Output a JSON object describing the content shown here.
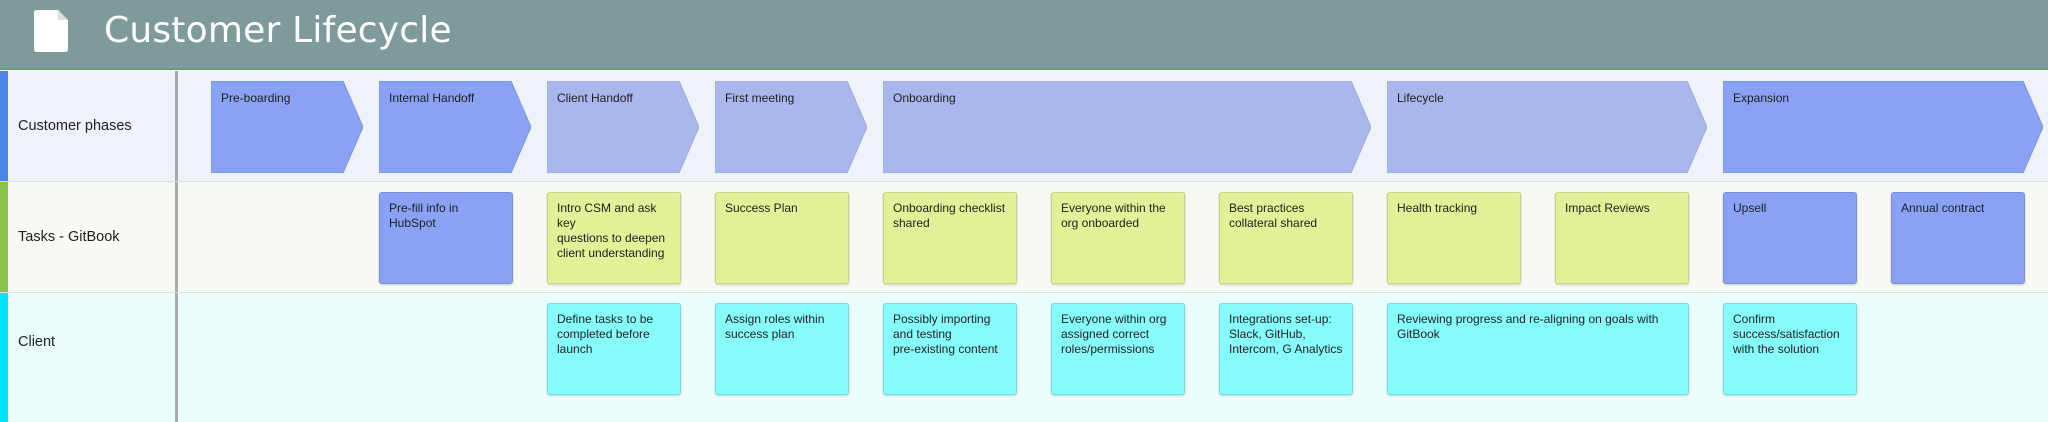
{
  "header": {
    "title": "Customer Lifecycle",
    "icon": "document-icon"
  },
  "colors": {
    "header_bg": "#7f9a9a",
    "phase_blue": "#8aa2f5",
    "phase_lavender": "#aab7ec",
    "task_yellow": "#e1f198",
    "task_blue": "#8aa2f5",
    "client_cyan": "#86fcfc",
    "stripe_phases": "#4a86e8",
    "stripe_tasks": "#8bc34a",
    "stripe_client": "#00e5ff"
  },
  "lanes": [
    {
      "label": "Customer phases"
    },
    {
      "label": "Tasks - GitBook"
    },
    {
      "label": "Client"
    }
  ],
  "phases": [
    {
      "label": "Pre-boarding"
    },
    {
      "label": "Internal Handoff"
    },
    {
      "label": "Client Handoff"
    },
    {
      "label": "First meeting"
    },
    {
      "label": "Onboarding"
    },
    {
      "label": "Lifecycle"
    },
    {
      "label": "Expansion"
    }
  ],
  "tasks": [
    {
      "text": "Pre-fill info in HubSpot"
    },
    {
      "text": "Intro CSM and ask key\nquestions to deepen\nclient understanding"
    },
    {
      "text": "Success Plan"
    },
    {
      "text": "Onboarding checklist\nshared"
    },
    {
      "text": "Everyone within the\norg onboarded"
    },
    {
      "text": "Best practices\ncollateral shared"
    },
    {
      "text": "Health tracking"
    },
    {
      "text": "Impact Reviews"
    },
    {
      "text": "Upsell"
    },
    {
      "text": "Annual contract"
    }
  ],
  "client": [
    {
      "text": "Define tasks to be\ncompleted before\nlaunch"
    },
    {
      "text": "Assign roles within\nsuccess plan"
    },
    {
      "text": "Possibly importing\nand testing\npre-existing content"
    },
    {
      "text": "Everyone within org\nassigned correct\nroles/permissions"
    },
    {
      "text": "Integrations set-up:\nSlack, GitHub,\nIntercom, G Analytics"
    },
    {
      "text": "Reviewing progress and re-aligning on goals with\nGitBook"
    },
    {
      "text": "Confirm\nsuccess/satisfaction\nwith the solution"
    }
  ]
}
